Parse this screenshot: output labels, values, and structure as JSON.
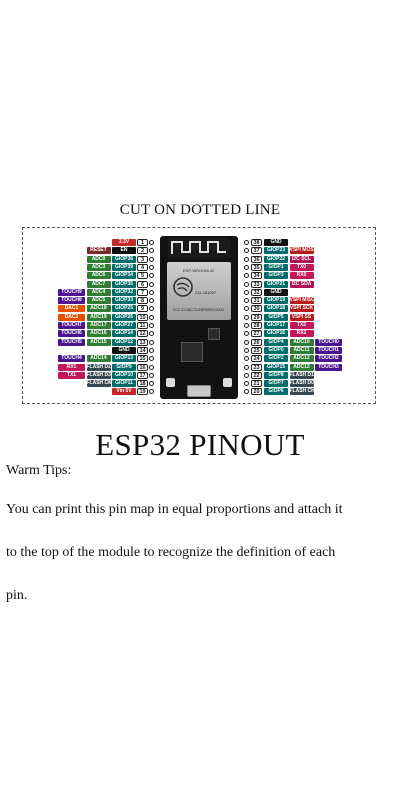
{
  "cut_label": "CUT ON DOTTED LINE",
  "title": "ESP32 PINOUT",
  "tips": {
    "heading": "Warm Tips:",
    "lines": [
      "You can print this pin map in equal proportions and attach it",
      " to the top of  the module to recognize the definition of each",
      "pin."
    ]
  },
  "module": {
    "name": "ESP-WROOM-32",
    "fcc": "FCC ID:2AC7Z-ESPWROOM32",
    "id": "211-161007"
  },
  "colors": {
    "power": "#c62828",
    "gnd": "#111111",
    "adc": "#2e7d32",
    "gpio": "#006b6b",
    "touch": "#4a148c",
    "reset": "#7b2a2a",
    "dac": "#e65100",
    "serial": "#c2185b",
    "flash": "#37474f",
    "vspi": "#b71c1c",
    "i2c": "#ad1457"
  },
  "left_pins": [
    {
      "num": "1",
      "labels": [
        {
          "text": "3.3V",
          "color": "power"
        }
      ]
    },
    {
      "num": "2",
      "labels": [
        {
          "text": "EN",
          "color": "gnd"
        },
        {
          "text": "RESET",
          "color": "reset"
        }
      ]
    },
    {
      "num": "3",
      "labels": [
        {
          "text": "GIOP36",
          "color": "gpio"
        },
        {
          "text": "ADC0",
          "color": "adc"
        }
      ]
    },
    {
      "num": "4",
      "labels": [
        {
          "text": "GIOP39",
          "color": "gpio"
        },
        {
          "text": "ADC3",
          "color": "adc"
        }
      ]
    },
    {
      "num": "5",
      "labels": [
        {
          "text": "GIOP34",
          "color": "gpio"
        },
        {
          "text": "ADC6",
          "color": "adc"
        }
      ]
    },
    {
      "num": "6",
      "labels": [
        {
          "text": "GIOP35",
          "color": "gpio"
        },
        {
          "text": "ADC7",
          "color": "adc"
        }
      ]
    },
    {
      "num": "7",
      "labels": [
        {
          "text": "GIOP32",
          "color": "gpio"
        },
        {
          "text": "ADC4",
          "color": "adc"
        },
        {
          "text": "TOUCH9",
          "color": "touch"
        }
      ]
    },
    {
      "num": "8",
      "labels": [
        {
          "text": "GIOP33",
          "color": "gpio"
        },
        {
          "text": "ADC5",
          "color": "adc"
        },
        {
          "text": "TOUCH8",
          "color": "touch"
        }
      ]
    },
    {
      "num": "9",
      "labels": [
        {
          "text": "GIOP25",
          "color": "gpio"
        },
        {
          "text": "ADC18",
          "color": "adc"
        },
        {
          "text": "DAC1",
          "color": "dac"
        }
      ]
    },
    {
      "num": "10",
      "labels": [
        {
          "text": "GIOP26",
          "color": "gpio"
        },
        {
          "text": "ADC19",
          "color": "adc"
        },
        {
          "text": "DAC2",
          "color": "dac"
        }
      ]
    },
    {
      "num": "11",
      "labels": [
        {
          "text": "GIOP27",
          "color": "gpio"
        },
        {
          "text": "ADC17",
          "color": "adc"
        },
        {
          "text": "TOUCH7",
          "color": "touch"
        }
      ]
    },
    {
      "num": "12",
      "labels": [
        {
          "text": "GIOP14",
          "color": "gpio"
        },
        {
          "text": "ADC16",
          "color": "adc"
        },
        {
          "text": "TOUCH6",
          "color": "touch"
        }
      ]
    },
    {
      "num": "13",
      "labels": [
        {
          "text": "GIOP12",
          "color": "gpio"
        },
        {
          "text": "ADC15",
          "color": "adc"
        },
        {
          "text": "TOUCH5",
          "color": "touch"
        }
      ]
    },
    {
      "num": "14",
      "labels": [
        {
          "text": "GND",
          "color": "gnd"
        }
      ]
    },
    {
      "num": "15",
      "labels": [
        {
          "text": "GIOP13",
          "color": "gpio"
        },
        {
          "text": "ADC14",
          "color": "adc"
        },
        {
          "text": "TOUCH4",
          "color": "touch"
        }
      ]
    },
    {
      "num": "16",
      "labels": [
        {
          "text": "GIOP9",
          "color": "gpio"
        },
        {
          "text": "FLASH D2",
          "color": "flash"
        },
        {
          "text": "RX1",
          "color": "serial"
        }
      ]
    },
    {
      "num": "17",
      "labels": [
        {
          "text": "GIOP10",
          "color": "gpio"
        },
        {
          "text": "FLASH D3",
          "color": "flash"
        },
        {
          "text": "TX1",
          "color": "serial"
        }
      ]
    },
    {
      "num": "18",
      "labels": [
        {
          "text": "GIOP11",
          "color": "gpio"
        },
        {
          "text": "FLASH CMD",
          "color": "flash"
        }
      ]
    },
    {
      "num": "19",
      "labels": [
        {
          "text": "Vin 5V",
          "color": "power"
        }
      ]
    }
  ],
  "right_pins": [
    {
      "num": "38",
      "labels": [
        {
          "text": "GND",
          "color": "gnd"
        }
      ]
    },
    {
      "num": "37",
      "labels": [
        {
          "text": "GIOP23",
          "color": "gpio"
        },
        {
          "text": "VSPI MOSI",
          "color": "vspi"
        }
      ]
    },
    {
      "num": "36",
      "labels": [
        {
          "text": "GIOP22",
          "color": "gpio"
        },
        {
          "text": "I2C SCL",
          "color": "i2c"
        }
      ]
    },
    {
      "num": "35",
      "labels": [
        {
          "text": "GIOP1",
          "color": "gpio"
        },
        {
          "text": "TX0",
          "color": "serial"
        }
      ]
    },
    {
      "num": "34",
      "labels": [
        {
          "text": "GIOP3",
          "color": "gpio"
        },
        {
          "text": "RX0",
          "color": "serial"
        }
      ]
    },
    {
      "num": "33",
      "labels": [
        {
          "text": "GIOP21",
          "color": "gpio"
        },
        {
          "text": "I2C SDA",
          "color": "i2c"
        }
      ]
    },
    {
      "num": "32",
      "labels": [
        {
          "text": "GND",
          "color": "gnd"
        }
      ]
    },
    {
      "num": "31",
      "labels": [
        {
          "text": "GIOP19",
          "color": "gpio"
        },
        {
          "text": "VSPI MISO",
          "color": "vspi"
        }
      ]
    },
    {
      "num": "30",
      "labels": [
        {
          "text": "GIOP18",
          "color": "gpio"
        },
        {
          "text": "VSPI SCK",
          "color": "vspi"
        }
      ]
    },
    {
      "num": "29",
      "labels": [
        {
          "text": "GIOP5",
          "color": "gpio"
        },
        {
          "text": "VSPI SS",
          "color": "vspi"
        }
      ]
    },
    {
      "num": "28",
      "labels": [
        {
          "text": "GIOP17",
          "color": "gpio"
        },
        {
          "text": "TX2",
          "color": "serial"
        }
      ]
    },
    {
      "num": "27",
      "labels": [
        {
          "text": "GIOP16",
          "color": "gpio"
        },
        {
          "text": "RX2",
          "color": "serial"
        }
      ]
    },
    {
      "num": "26",
      "labels": [
        {
          "text": "GIOP4",
          "color": "gpio"
        },
        {
          "text": "ADC10",
          "color": "adc"
        },
        {
          "text": "TOUCH0",
          "color": "touch"
        }
      ]
    },
    {
      "num": "25",
      "labels": [
        {
          "text": "GIOP0",
          "color": "gpio"
        },
        {
          "text": "ADC11",
          "color": "adc"
        },
        {
          "text": "TOUCH1",
          "color": "touch"
        }
      ]
    },
    {
      "num": "24",
      "labels": [
        {
          "text": "GIOP2",
          "color": "gpio"
        },
        {
          "text": "ADC12",
          "color": "adc"
        },
        {
          "text": "TOUCH2",
          "color": "touch"
        }
      ]
    },
    {
      "num": "23",
      "labels": [
        {
          "text": "GIOP15",
          "color": "gpio"
        },
        {
          "text": "ADC13",
          "color": "adc"
        },
        {
          "text": "TOUCH3",
          "color": "touch"
        }
      ]
    },
    {
      "num": "22",
      "labels": [
        {
          "text": "GIOP8",
          "color": "gpio"
        },
        {
          "text": "FLASH D1",
          "color": "flash"
        }
      ]
    },
    {
      "num": "21",
      "labels": [
        {
          "text": "GIOP7",
          "color": "gpio"
        },
        {
          "text": "FLASH D0",
          "color": "flash"
        }
      ]
    },
    {
      "num": "20",
      "labels": [
        {
          "text": "GIOP6",
          "color": "gpio"
        },
        {
          "text": "FLASH CK",
          "color": "flash"
        }
      ]
    }
  ]
}
